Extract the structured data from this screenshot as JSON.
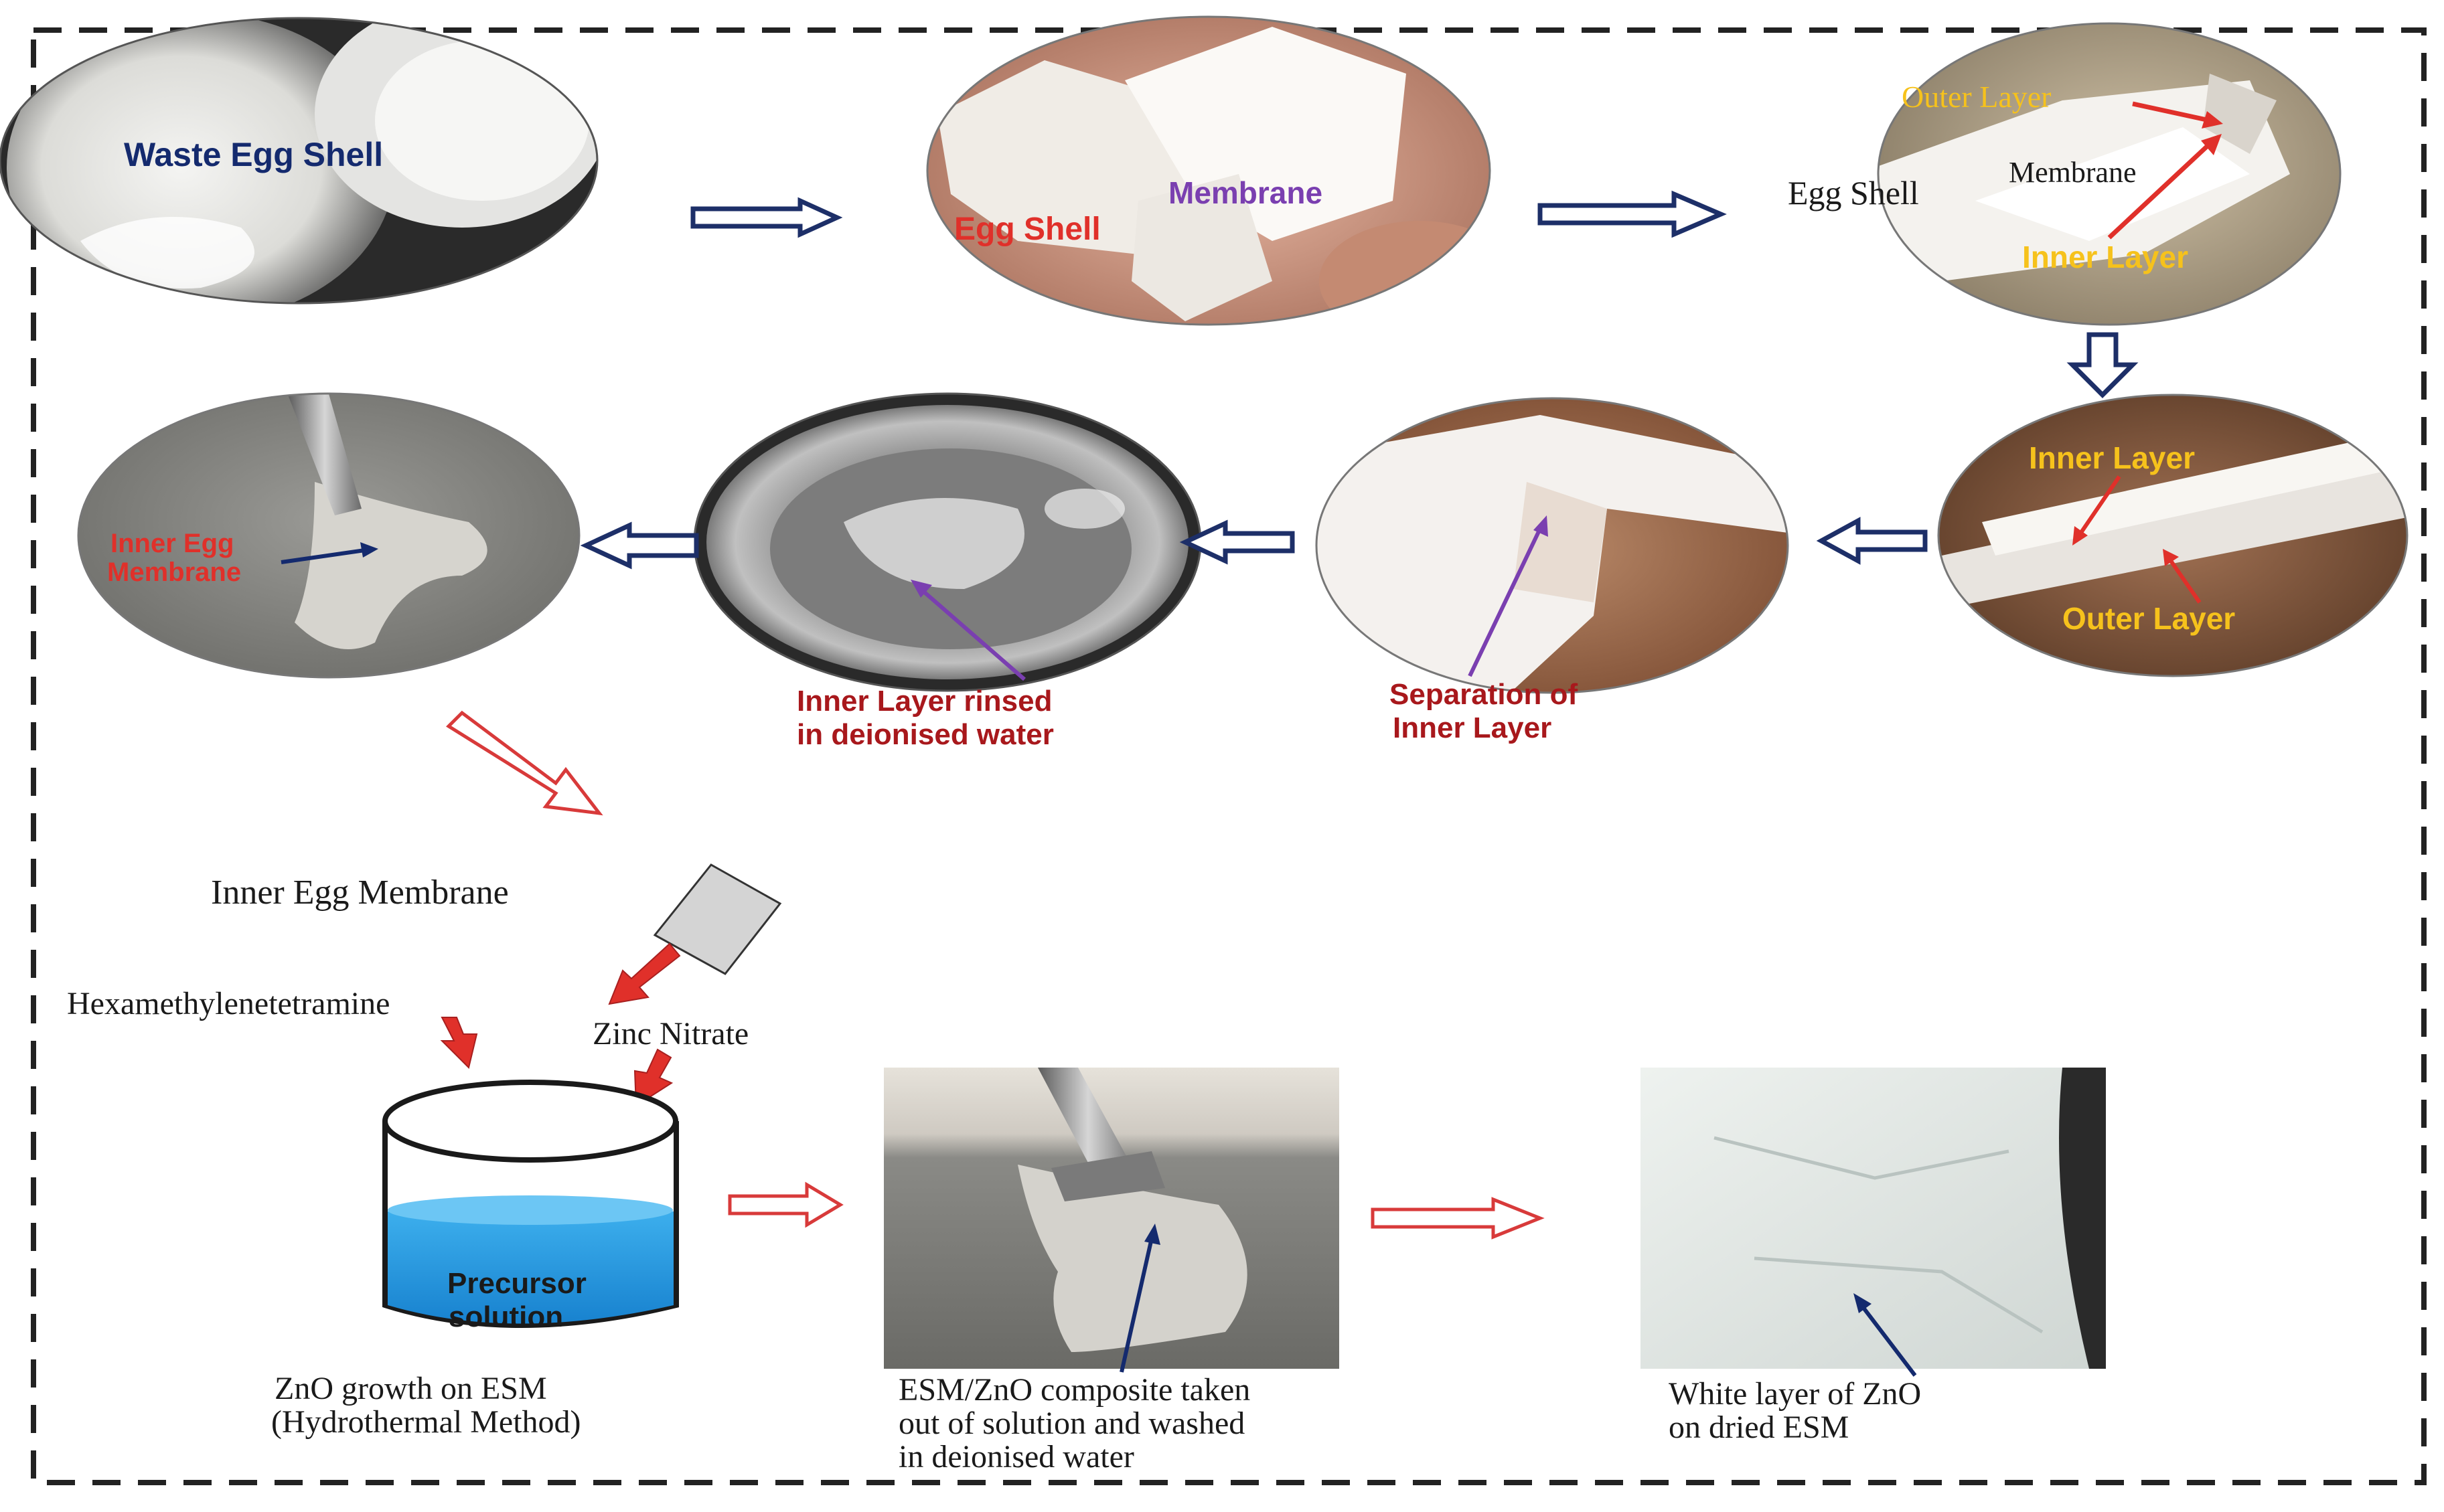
{
  "colors": {
    "label_navy": "#142a6e",
    "label_purple": "#7a3fb0",
    "label_red": "#e0302a",
    "label_darkred": "#a8181c",
    "label_yellow": "#f6c21c",
    "arrow_navy": "#1d2f68",
    "arrow_red": "#d83a3a",
    "liquid_blue": "#1f9be6"
  },
  "steps": {
    "waste": {
      "label": "Waste Egg Shell"
    },
    "peel": {
      "shell_label": "Egg Shell",
      "membrane_label": "Membrane"
    },
    "layers": {
      "outer_label": "Outer Layer",
      "shell_label": "Egg Shell",
      "membrane_label": "Membrane",
      "inner_label": "Inner Layer"
    },
    "closeup": {
      "inner_label": "Inner Layer",
      "outer_label": "Outer Layer"
    },
    "separation": {
      "caption_line1": "Separation of",
      "caption_line2": "Inner Layer"
    },
    "rinse": {
      "caption_line1": "Inner Layer rinsed",
      "caption_line2": "in deionised water"
    },
    "inner_membrane": {
      "label_line1": "Inner  Egg",
      "label_line2": "Membrane"
    }
  },
  "hydrothermal": {
    "membrane_label": "Inner Egg Membrane",
    "hmta_label": "Hexamethylenetetramine",
    "zinc_label": "Zinc Nitrate",
    "beaker_line1": "Precursor",
    "beaker_line2": "solution",
    "caption_line1": "ZnO growth on ESM",
    "caption_line2": "(Hydrothermal Method)"
  },
  "composite": {
    "caption_line1": "ESM/ZnO composite taken",
    "caption_line2": "out of solution and washed",
    "caption_line3": "in deionised water"
  },
  "final": {
    "caption_line1": "White layer of ZnO",
    "caption_line2": "on dried ESM"
  }
}
